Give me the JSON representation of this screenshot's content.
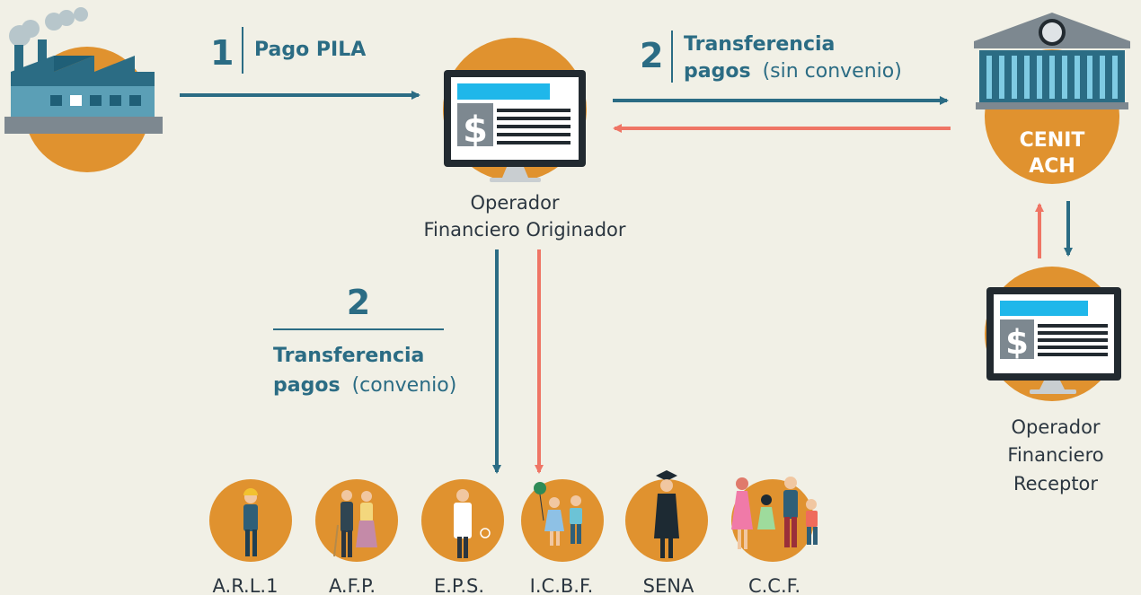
{
  "step1": {
    "number": "1",
    "label": "Pago PILA"
  },
  "step2_top": {
    "number": "2",
    "bold": "Transferencia",
    "bold2": "pagos",
    "rest": "(sin convenio)"
  },
  "step2_left": {
    "number": "2",
    "bold": "Transferencia",
    "bold2": "pagos",
    "rest": "(convenio)"
  },
  "originator": {
    "line1": "Operador",
    "line2": "Financiero Originador"
  },
  "cenit": {
    "line1": "CENIT",
    "line2": "ACH"
  },
  "receiver": {
    "line1": "Operador",
    "line2": "Financiero",
    "line3": "Receptor"
  },
  "entities": [
    {
      "label": "A.R.L.1"
    },
    {
      "label": "A.F.P."
    },
    {
      "label": "E.P.S."
    },
    {
      "label": "I.C.B.F."
    },
    {
      "label": "SENA"
    },
    {
      "label": "C.C.F."
    }
  ],
  "colors": {
    "orange": "#e0922f",
    "teal": "#2b6c84",
    "salmon": "#ef7565",
    "background": "#f1f0e6"
  }
}
